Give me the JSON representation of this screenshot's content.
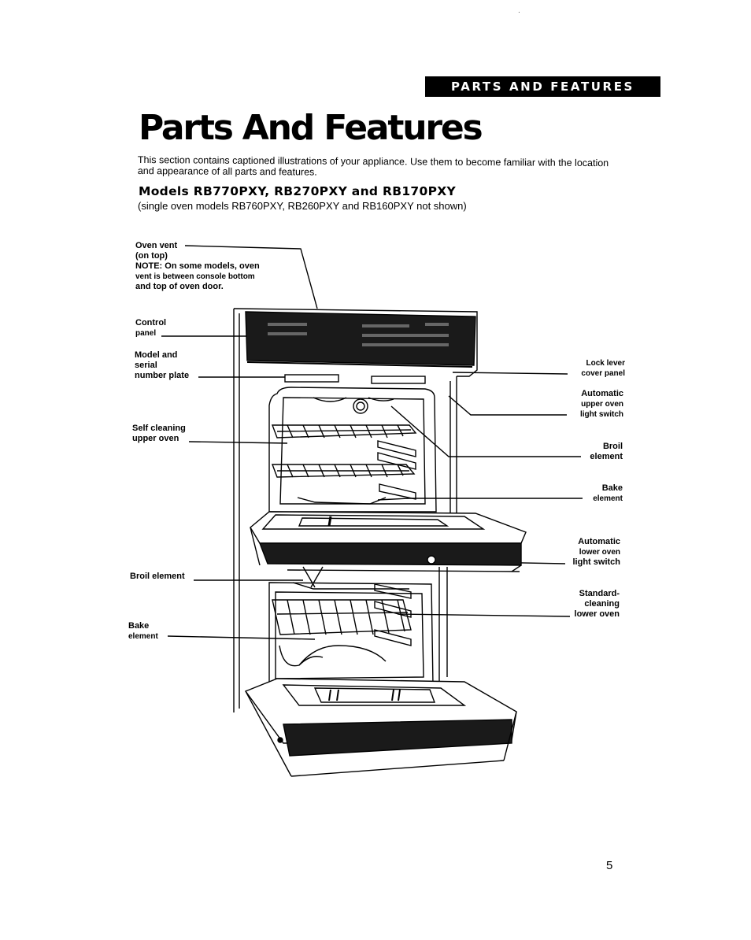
{
  "header": {
    "section_banner": "PARTS AND FEATURES",
    "title": "Parts And Features"
  },
  "intro": {
    "text": "This section contains captioned illustrations of your appliance. Use them to become familiar with the location and appearance of all parts and features."
  },
  "models": {
    "heading": "Models RB770PXY, RB270PXY and RB170PXY",
    "note": "(single oven models RB760PXY, RB260PXY and RB160PXY not shown)"
  },
  "callouts_left": {
    "oven_vent": [
      "Oven vent",
      "(on top)",
      "NOTE: On some models, oven",
      "vent is between console bottom",
      "and top of oven door."
    ],
    "control_panel": [
      "Control",
      "panel"
    ],
    "model_plate": [
      "Model and",
      "serial",
      "number plate"
    ],
    "self_cleaning_upper": [
      "Self cleaning",
      "upper oven"
    ],
    "broil_element": [
      "Broil element"
    ],
    "bake_element": [
      "Bake",
      "element"
    ]
  },
  "callouts_right": {
    "lock_lever": [
      "Lock lever",
      "cover panel"
    ],
    "auto_upper_light": [
      "Automatic",
      "upper oven",
      "light switch"
    ],
    "broil_element": [
      "Broil",
      "element"
    ],
    "bake_element": [
      "Bake",
      "element"
    ],
    "auto_lower_light": [
      "Automatic",
      "lower oven",
      "light switch"
    ],
    "standard_cleaning_lower": [
      "Standard-",
      "cleaning",
      "lower oven"
    ]
  },
  "footer": {
    "page_number": "5"
  },
  "colors": {
    "ink": "#000000",
    "paper": "#ffffff",
    "banner_bg": "#000000",
    "banner_text": "#ffffff",
    "panel_dark": "#1a1a1a"
  },
  "icons": {
    "illustration": "double-wall-oven-line-drawing"
  }
}
